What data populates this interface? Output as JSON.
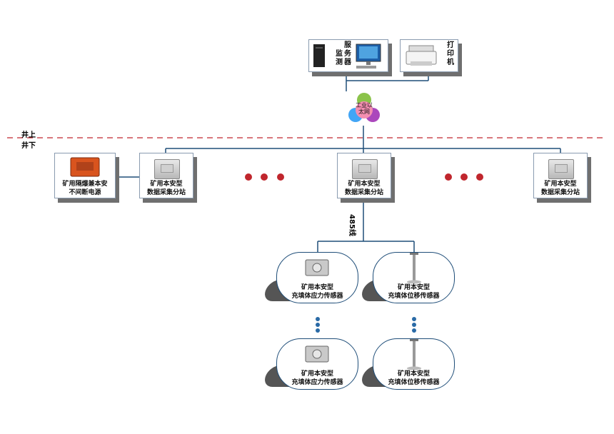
{
  "server": {
    "label_vertical_1": "服务器",
    "label_vertical_2": "监测"
  },
  "printer": {
    "label_vertical": "打印机"
  },
  "hub": {
    "label": "工业以太网"
  },
  "ground": {
    "above": "井上",
    "below": "井下"
  },
  "ups": {
    "line1": "矿用隔爆兼本安",
    "line2": "不间断电源"
  },
  "substations": [
    {
      "line1": "矿用本安型",
      "line2": "数据采集分站"
    },
    {
      "line1": "矿用本安型",
      "line2": "数据采集分站"
    },
    {
      "line1": "矿用本安型",
      "line2": "数据采集分站"
    }
  ],
  "bus_label": "485线",
  "sensors": [
    {
      "line1": "矿用本安型",
      "line2": "充填体应力传感器"
    },
    {
      "line1": "矿用本安型",
      "line2": "充填体位移传感器"
    },
    {
      "line1": "矿用本安型",
      "line2": "充填体应力传感器"
    },
    {
      "line1": "矿用本安型",
      "line2": "充填体位移传感器"
    }
  ],
  "colors": {
    "wire": "#1f4e79",
    "ground_line": "#c0262d",
    "ellipsis_red": "#c0262d",
    "ellipsis_blue": "#2a6aa6"
  }
}
